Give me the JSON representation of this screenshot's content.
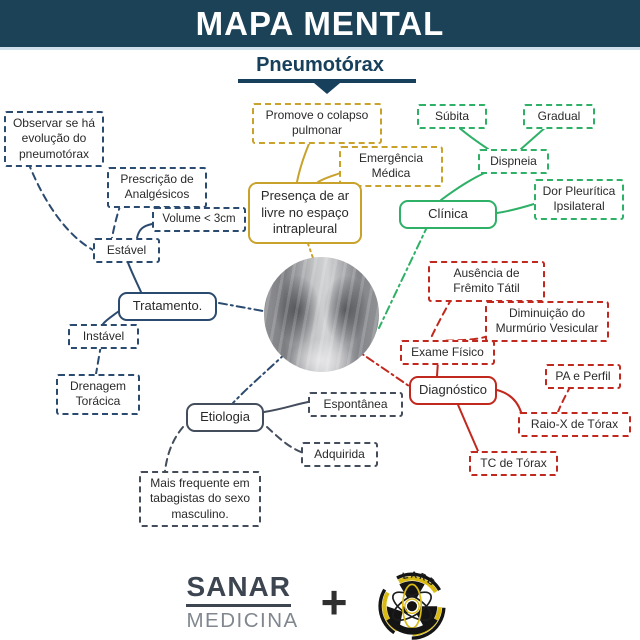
{
  "header": {
    "title": "MAPA MENTAL"
  },
  "topic": {
    "title": "Pneumotórax"
  },
  "nodes": {
    "observar": "Observar se há evolução do pneumotórax",
    "prescricao": "Prescrição de Analgésicos",
    "volume": "Volume < 3cm",
    "estavel": "Estável",
    "tratamento": "Tratamento.",
    "instavel": "Instável",
    "drenagem": "Drenagem Torácica",
    "etiologia": "Etiologia",
    "espontanea": "Espontânea",
    "adquirida": "Adquirida",
    "mais_frequente": "Mais frequente em tabagistas do sexo masculino.",
    "promove": "Promove o colapso pulmonar",
    "emergencia": "Emergência Médica",
    "presenca": "Presença de ar livre no espaço intrapleural",
    "subita": "Súbita",
    "gradual": "Gradual",
    "dispneia": "Dispneia",
    "dor_pleuritica": "Dor Pleurítica Ipsilateral",
    "clinica": "Clínica",
    "ausencia": "Ausência de Frêmito Tátil",
    "diminuicao": "Diminuição do Murmúrio Vesicular",
    "exame_fisico": "Exame Físico",
    "diagnostico": "Diagnóstico",
    "pa_perfil": "PA e Perfil",
    "raio_x": "Raio-X de Tórax",
    "tc_torax": "TC de Tórax"
  },
  "footer": {
    "brand": "SANAR",
    "brand_sub": "MEDICINA",
    "plus": "+",
    "partner": "LARB"
  },
  "icons": {
    "center_image": "chest-xray-circle",
    "topic_arrow": "chevron-down-icon",
    "partner_logo": "radiation-atom-icon"
  },
  "colors": {
    "header_bg": "#1b4257",
    "navy_branch": "#2b4a6f",
    "slate_branch": "#434d5c",
    "gold_branch": "#c9a22b",
    "green_branch": "#2eb167",
    "red_branch": "#c1281e",
    "logo_yellow": "#d8ba12"
  }
}
